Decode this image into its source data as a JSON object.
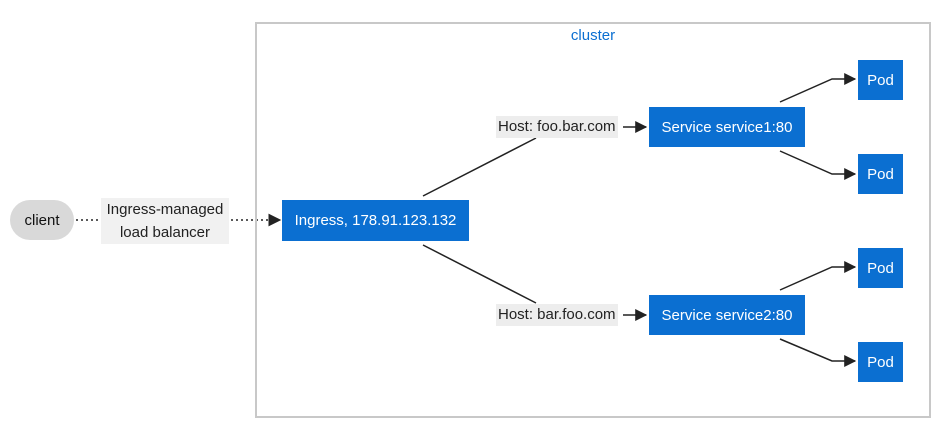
{
  "cluster": {
    "label": "cluster"
  },
  "client": {
    "label": "client"
  },
  "load_balancer": {
    "line1": "Ingress-managed",
    "line2": "load balancer"
  },
  "ingress": {
    "label": "Ingress, 178.91.123.132"
  },
  "rules": [
    {
      "host": "Host: foo.bar.com",
      "service": "Service service1:80",
      "pods": [
        "Pod",
        "Pod"
      ]
    },
    {
      "host": "Host: bar.foo.com",
      "service": "Service service2:80",
      "pods": [
        "Pod",
        "Pod"
      ]
    }
  ],
  "colors": {
    "node_fill": "#0b6fd1",
    "cluster_border": "#c8c8c8",
    "label_bg": "#ededed",
    "client_fill": "#d9d9d9",
    "edge": "#222222"
  }
}
